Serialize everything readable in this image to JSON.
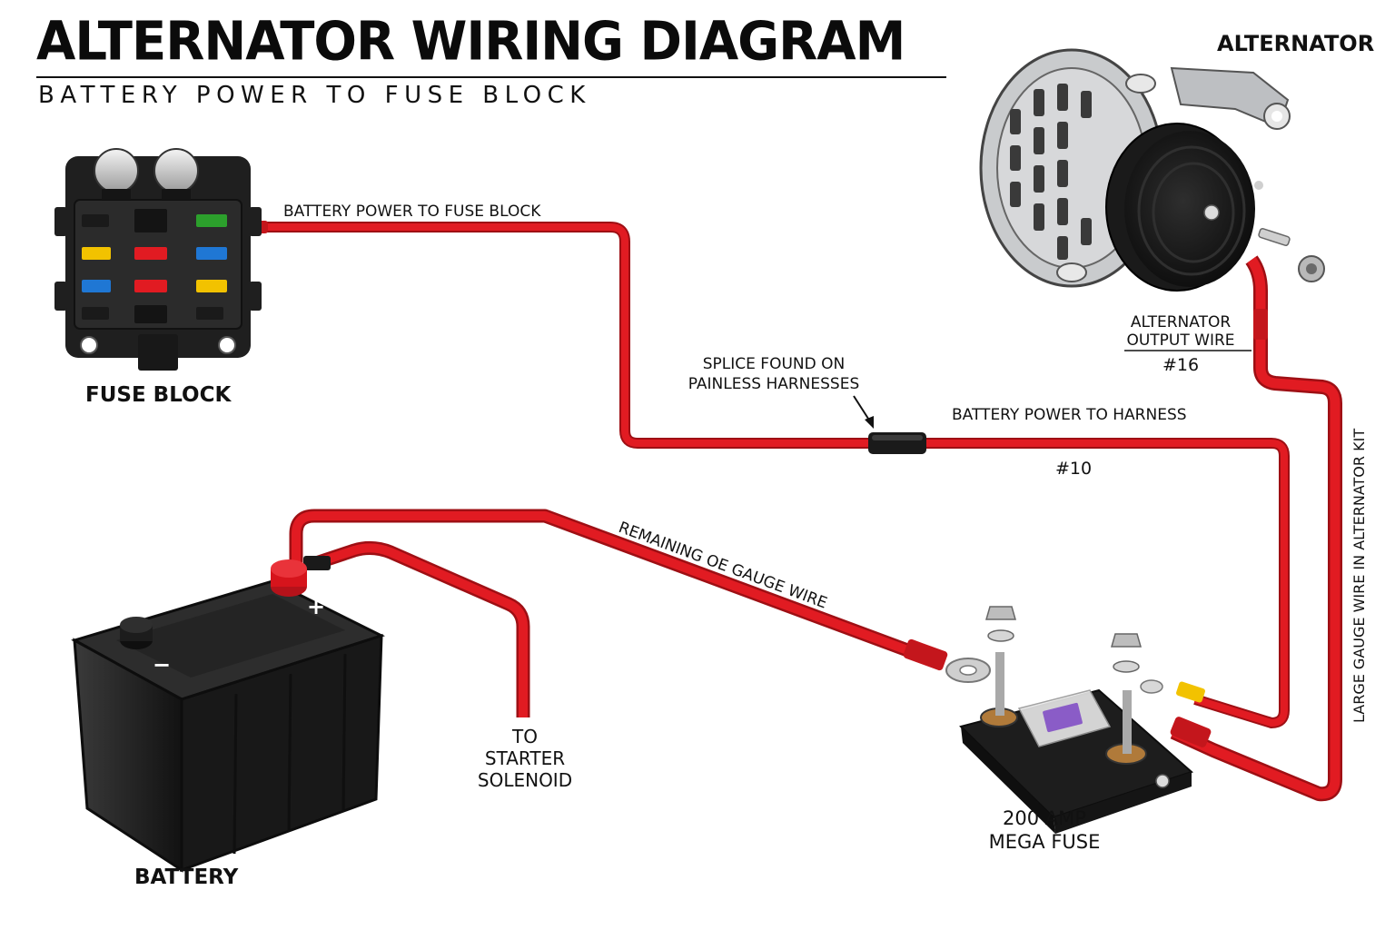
{
  "header": {
    "title": "ALTERNATOR WIRING DIAGRAM",
    "subtitle": "BATTERY POWER TO FUSE BLOCK"
  },
  "components": {
    "alternator": "ALTERNATOR",
    "fuse_block": "FUSE BLOCK",
    "battery": "BATTERY",
    "mega_fuse": [
      "200 AMP",
      "MEGA FUSE"
    ],
    "battery_plus": "+",
    "battery_minus": "−"
  },
  "wire_labels": {
    "battery_to_fuse_block": "BATTERY POWER TO FUSE BLOCK",
    "splice": [
      "SPLICE FOUND ON",
      "PAINLESS HARNESSES"
    ],
    "battery_to_harness": "BATTERY POWER TO HARNESS",
    "harness_gauge": "#10",
    "alternator_output": [
      "ALTERNATOR",
      "OUTPUT WIRE"
    ],
    "alternator_output_gauge": "#16",
    "remaining_oe": "REMAINING OE GAUGE WIRE",
    "starter": [
      "TO",
      "STARTER",
      "SOLENOID"
    ],
    "large_gauge": "LARGE GAUGE WIRE IN ALTERNATOR KIT"
  },
  "colors": {
    "wire_red": "#e11b22",
    "wire_dark": "#9e0f14",
    "case_black": "#1c1c1c",
    "fuse_green": "#2ca02c",
    "fuse_yellow": "#f2c200",
    "fuse_red": "#e11b22",
    "fuse_blue": "#1f77d4",
    "mega_fuse_purple": "#8a5cc7",
    "alternator_silver": "#c9cbcd"
  }
}
